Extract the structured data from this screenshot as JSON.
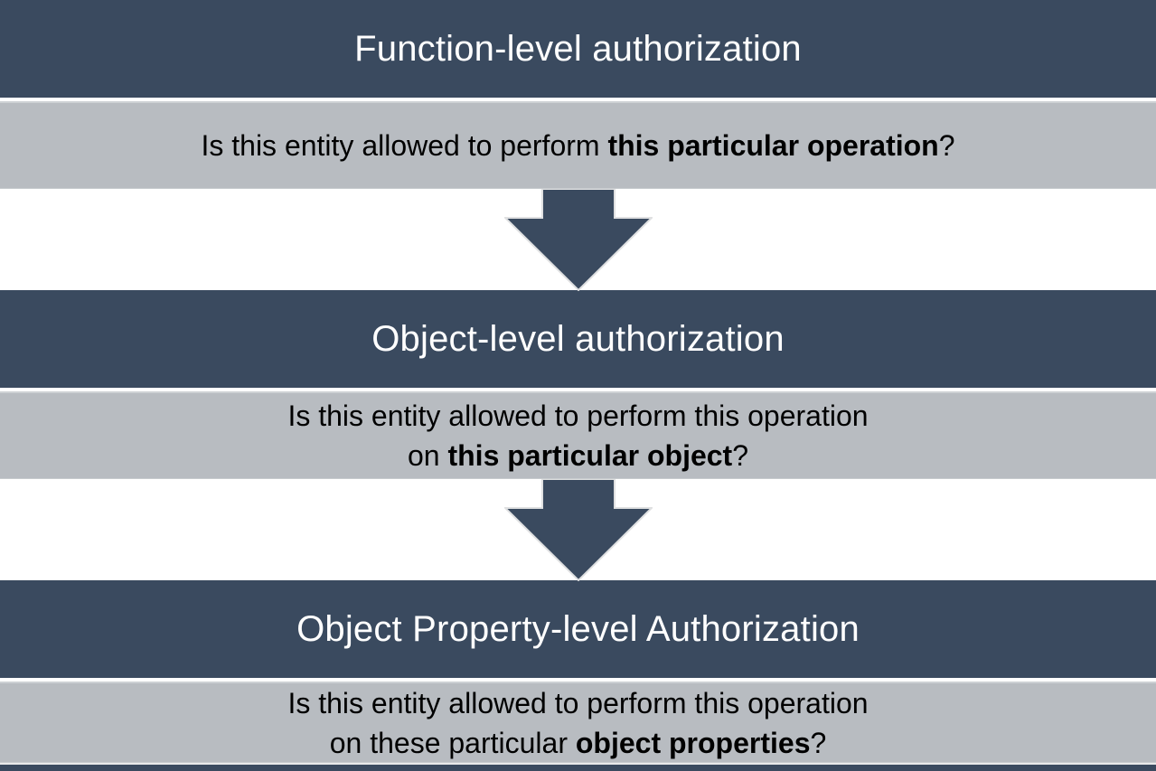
{
  "colors": {
    "header_bg": "#3A4A5F",
    "header_text": "#FFFFFF",
    "question_bg": "#B8BCC1",
    "question_text": "#000000",
    "arrow_fill": "#3A4A5F",
    "arrow_outline": "#DFE0E1"
  },
  "levels": [
    {
      "title": "Function-level authorization",
      "line1_prefix": "Is this entity allowed to perform ",
      "line1_bold": "this particular operation",
      "line1_suffix": "?"
    },
    {
      "title": "Object-level authorization",
      "line1": "Is this entity allowed to perform this operation",
      "line2_prefix": "on ",
      "line2_bold": "this particular object",
      "line2_suffix": "?"
    },
    {
      "title": "Object Property-level Authorization",
      "line1": "Is this entity allowed to perform this operation",
      "line2_prefix": "on these particular ",
      "line2_bold": "object properties",
      "line2_suffix": "?"
    }
  ]
}
